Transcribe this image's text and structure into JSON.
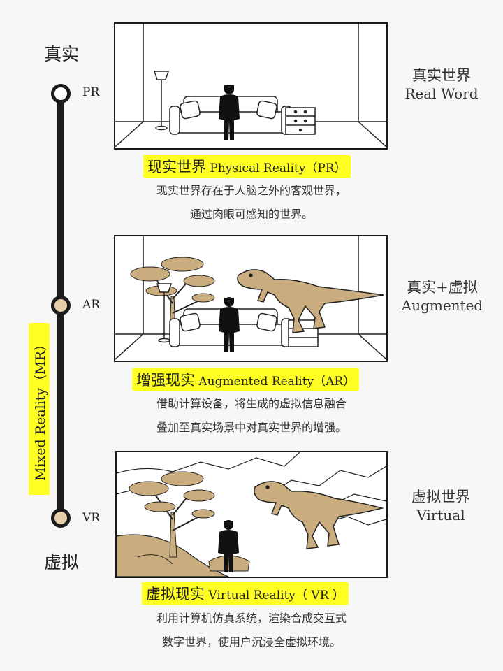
{
  "axis": {
    "top_label": "真实",
    "bottom_label": "虚拟",
    "mixed_label": "Mixed Reality（MR）",
    "nodes": [
      {
        "label": "PR",
        "fill": "#ffffff"
      },
      {
        "label": "AR",
        "fill": "#e6cfa6"
      },
      {
        "label": "VR",
        "fill": "#e6cfa6"
      }
    ]
  },
  "sections": [
    {
      "caption_cn": "现实世界",
      "caption_en": "Physical Reality（PR）",
      "desc_line1": "现实世界存在于人脑之外的客观世界，",
      "desc_line2": "通过肉眼可感知的世界。",
      "right_cn": "真实世界",
      "right_en": "Real Word"
    },
    {
      "caption_cn": "增强现实",
      "caption_en": "Augmented Reality（AR）",
      "desc_line1": "借助计算设备，将生成的虚拟信息融合",
      "desc_line2": "叠加至真实场景中对真实世界的增强。",
      "right_cn": "真实+虚拟",
      "right_en": "Augmented"
    },
    {
      "caption_cn": "虚拟现实",
      "caption_en": "Virtual Reality（ VR ）",
      "desc_line1": "利用计算机仿真系统，渲染合成交互式",
      "desc_line2": "数字世界，使用户沉浸全虚拟环境。",
      "right_cn": "虚拟世界",
      "right_en": "Virtual"
    }
  ],
  "colors": {
    "highlight": "#ffff22",
    "virtual_tan": "#c9ad7e",
    "line": "#1c1c1c"
  }
}
